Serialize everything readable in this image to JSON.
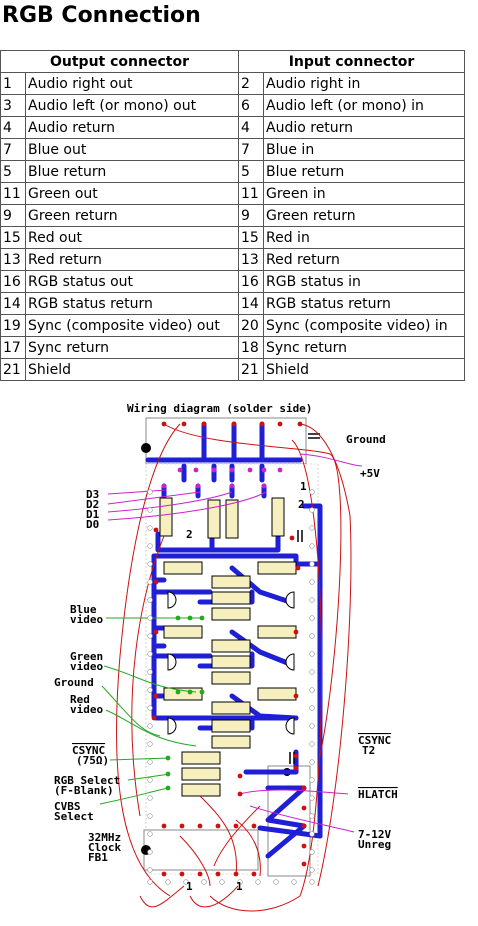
{
  "title": "RGB Connection",
  "table": {
    "headers": [
      "Output connector",
      "Input connector"
    ],
    "rows": [
      {
        "out_pin": "1",
        "out_name": "Audio right out",
        "in_pin": "2",
        "in_name": "Audio right in"
      },
      {
        "out_pin": "3",
        "out_name": "Audio left (or mono) out",
        "in_pin": "6",
        "in_name": "Audio left (or mono) in"
      },
      {
        "out_pin": "4",
        "out_name": "Audio return",
        "in_pin": "4",
        "in_name": "Audio return"
      },
      {
        "out_pin": "7",
        "out_name": "Blue out",
        "in_pin": "7",
        "in_name": "Blue in"
      },
      {
        "out_pin": "5",
        "out_name": "Blue return",
        "in_pin": "5",
        "in_name": "Blue return"
      },
      {
        "out_pin": "11",
        "out_name": "Green out",
        "in_pin": "11",
        "in_name": "Green in"
      },
      {
        "out_pin": "9",
        "out_name": "Green return",
        "in_pin": "9",
        "in_name": "Green return"
      },
      {
        "out_pin": "15",
        "out_name": "Red out",
        "in_pin": "15",
        "in_name": "Red in"
      },
      {
        "out_pin": "13",
        "out_name": "Red return",
        "in_pin": "13",
        "in_name": "Red return"
      },
      {
        "out_pin": "16",
        "out_name": "RGB status out",
        "in_pin": "16",
        "in_name": "RGB status in"
      },
      {
        "out_pin": "14",
        "out_name": "RGB status return",
        "in_pin": "14",
        "in_name": "RGB status return"
      },
      {
        "out_pin": "19",
        "out_name": "Sync (composite video) out",
        "in_pin": "20",
        "in_name": "Sync (composite video) in"
      },
      {
        "out_pin": "17",
        "out_name": "Sync return",
        "in_pin": "18",
        "in_name": "Sync return"
      },
      {
        "out_pin": "21",
        "out_name": "Shield",
        "in_pin": "21",
        "in_name": "Shield"
      }
    ]
  },
  "diagram": {
    "title": "Wiring diagram (solder side)",
    "labels": {
      "ground_top": "Ground",
      "plus5v": "+5V",
      "d3": "D3",
      "d2": "D2",
      "d1": "D1",
      "d0": "D0",
      "blue_1": "Blue",
      "blue_2": "video",
      "green_1": "Green",
      "green_2": "video",
      "ground_left": "Ground",
      "red_1": "Red",
      "red_2": "video",
      "csync_1": "CSYNC",
      "csync_2": "(75Ω)",
      "rgb_1": "RGB Select",
      "rgb_2": "(F-Blank)",
      "cvbs_1": "CVBS",
      "cvbs_2": "Select",
      "clock_1": "32MHz",
      "clock_2": "Clock",
      "clock_3": "FB1",
      "csync_t2_1": "CSYNC",
      "csync_t2_2": "T2",
      "hlatch": "HLATCH",
      "unreg_1": "7-12V",
      "unreg_2": "Unreg",
      "pin1_a": "1",
      "pin2_a": "2",
      "pin2_b": "2",
      "pin1_b": "1",
      "pin1_c": "1"
    },
    "colors": {
      "trace": "#1f1fd6",
      "wire_red": "#cc1111",
      "wire_magenta": "#cc22cc",
      "wire_green": "#22aa22",
      "resistor": "#f6efc0",
      "board": "#ffffff"
    }
  }
}
